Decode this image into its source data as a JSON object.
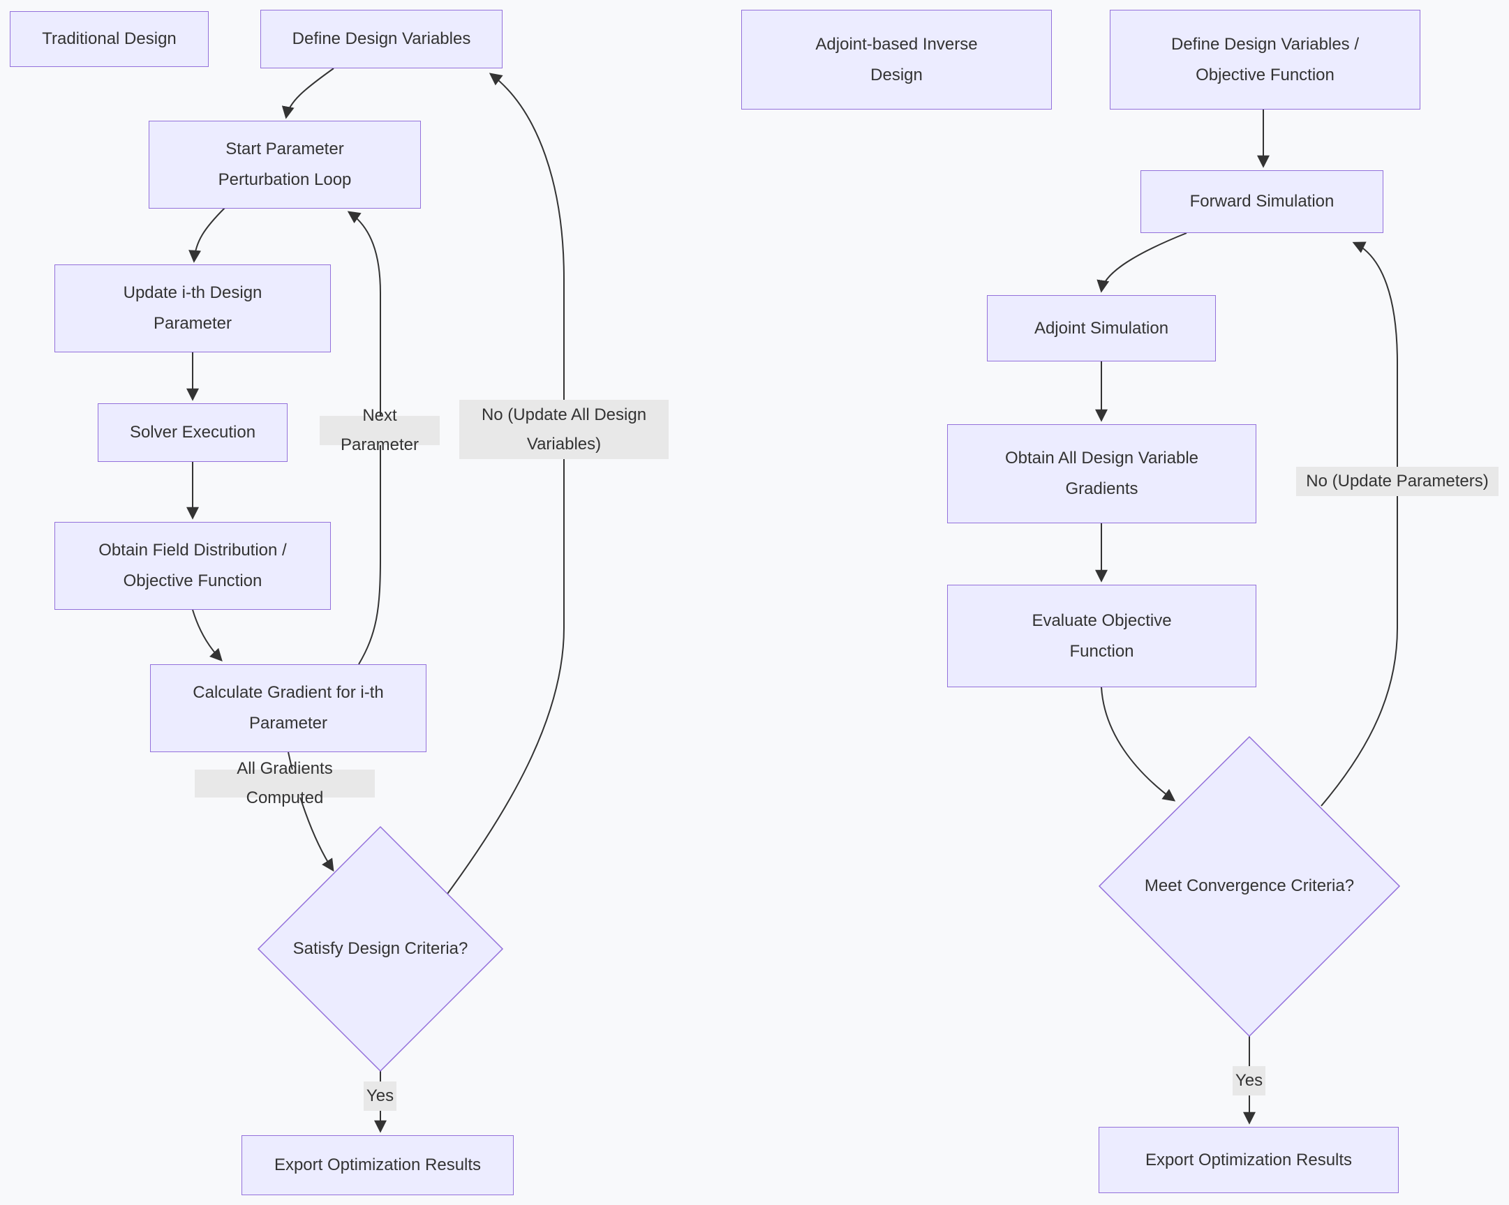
{
  "diagram": {
    "type": "flowchart",
    "background": "#f8f9fb",
    "colors": {
      "node_fill": "#ECECFF",
      "node_border": "#9370DB",
      "edge_line": "#333333",
      "edge_label_bg": "#e8e8e8",
      "text": "#333333"
    }
  },
  "left_flow": {
    "title": "Traditional Design",
    "nodes": {
      "define_vars": {
        "label": "Define Design Variables"
      },
      "start_loop": {
        "l1": "Start Parameter",
        "l2": "Perturbation Loop"
      },
      "update_param": {
        "l1": "Update i-th Design",
        "l2": "Parameter"
      },
      "solver": {
        "label": "Solver Execution"
      },
      "obtain_field": {
        "l1": "Obtain Field Distribution /",
        "l2": "Objective Function"
      },
      "calc_gradient": {
        "l1": "Calculate Gradient for i-th",
        "l2": "Parameter"
      },
      "decision": {
        "label": "Satisfy Design Criteria?"
      },
      "export": {
        "label": "Export Optimization Results"
      }
    },
    "edge_labels": {
      "next_parameter": "Next Parameter",
      "no_update_l1": "No (Update All Design",
      "no_update_l2": "Variables)",
      "all_gradients": "All Gradients Computed",
      "yes": "Yes"
    }
  },
  "right_flow": {
    "title_l1": "Adjoint-based Inverse",
    "title_l2": "Design",
    "nodes": {
      "define_vars_obj": {
        "l1": "Define Design Variables /",
        "l2": "Objective Function"
      },
      "forward_sim": {
        "label": "Forward Simulation"
      },
      "adjoint_sim": {
        "label": "Adjoint Simulation"
      },
      "obtain_gradients": {
        "l1": "Obtain All Design Variable",
        "l2": "Gradients"
      },
      "evaluate_obj": {
        "l1": "Evaluate Objective",
        "l2": "Function"
      },
      "decision": {
        "label": "Meet Convergence Criteria?"
      },
      "export": {
        "label": "Export Optimization Results"
      }
    },
    "edge_labels": {
      "no_update_params": "No (Update Parameters)",
      "yes": "Yes"
    }
  }
}
